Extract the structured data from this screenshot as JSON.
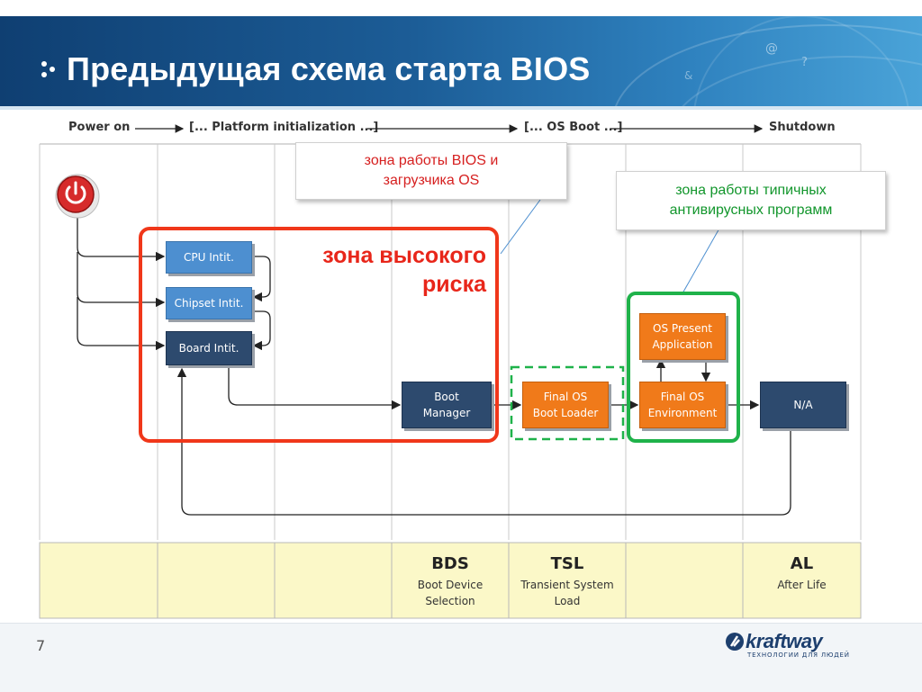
{
  "slide": {
    "title": "Предыдущая схема старта BIOS",
    "page_number": "7"
  },
  "phases": {
    "power_on": "Power on",
    "platform_init": "[... Platform initialization ...]",
    "os_boot": "[... OS Boot ...]",
    "shutdown": "Shutdown"
  },
  "boxes": {
    "cpu": "CPU Intit.",
    "chipset": "Chipset Intit.",
    "board": "Board Intit.",
    "boot_manager": [
      "Boot",
      "Manager"
    ],
    "final_os_loader": [
      "Final OS",
      "Boot Loader"
    ],
    "final_os_env": [
      "Final OS",
      "Environment"
    ],
    "os_present": [
      "OS Present",
      "Application"
    ],
    "na": "N/A"
  },
  "callouts": {
    "bios_zone": [
      "зона работы BIOS и",
      "загрузчика OS"
    ],
    "av_zone": [
      "зона работы типичных",
      "антивирусных программ"
    ],
    "high_risk": [
      "зона высокого",
      "риска"
    ]
  },
  "bottom_table": [
    {
      "title": "",
      "sub": []
    },
    {
      "title": "",
      "sub": []
    },
    {
      "title": "",
      "sub": []
    },
    {
      "title": "BDS",
      "sub": [
        "Boot Device",
        "Selection"
      ]
    },
    {
      "title": "TSL",
      "sub": [
        "Transient System",
        "Load"
      ]
    },
    {
      "title": "",
      "sub": []
    },
    {
      "title": "AL",
      "sub": [
        "After Life"
      ]
    }
  ],
  "logo": {
    "name": "kraftway",
    "tagline": "ТЕХНОЛОГИИ ДЛЯ ЛЮДЕЙ"
  },
  "colors": {
    "header_blue": "#1c5d97",
    "red_zone": "#f0371a",
    "green_zone": "#1fb24a",
    "orange_box": "#f07a1a",
    "blue_box_light": "#4d8fd0",
    "blue_box_dark": "#2d4a6e",
    "yellow_cell": "#fbf8c8"
  },
  "icons": {
    "power": "power-icon",
    "bullet": "bullet-dots-icon"
  }
}
